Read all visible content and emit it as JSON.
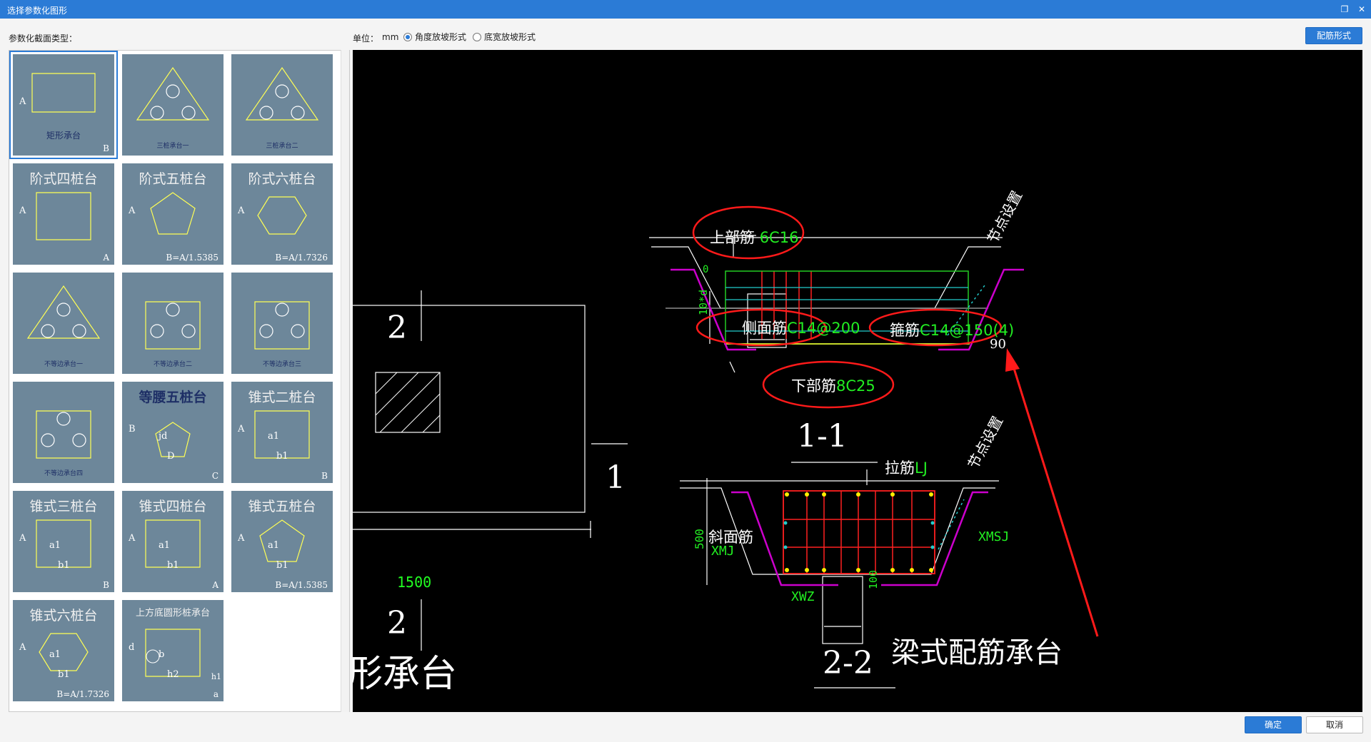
{
  "window": {
    "title": "选择参数化图形",
    "restore_icon": "restore-icon",
    "close_icon": "close-icon"
  },
  "toolbar": {
    "type_label": "参数化截面类型：",
    "unit_label": "单位：",
    "unit_value": "mm",
    "radio_angle": "角度放坡形式",
    "radio_width": "底宽放坡形式",
    "rebar_button": "配筋形式"
  },
  "tiles": [
    {
      "title": "矩形承台",
      "t1": "A",
      "t2": "B"
    },
    {
      "title": "三桩承台一",
      "t1": "",
      "t2": ""
    },
    {
      "title": "三桩承台二",
      "t1": "",
      "t2": ""
    },
    {
      "title": "阶式四桩台",
      "t1": "A",
      "t2": "A"
    },
    {
      "title": "阶式五桩台",
      "t1": "A",
      "t2": "B=A/1.5385"
    },
    {
      "title": "阶式六桩台",
      "t1": "A",
      "t2": "B=A/1.7326"
    },
    {
      "title": "不等边承台一",
      "t1": "",
      "t2": ""
    },
    {
      "title": "不等边承台二",
      "t1": "",
      "t2": ""
    },
    {
      "title": "不等边承台三",
      "t1": "",
      "t2": ""
    },
    {
      "title": "不等边承台四",
      "t1": "",
      "t2": ""
    },
    {
      "title": "等腰五桩台",
      "t1": "B",
      "t2": "C",
      "t3": "jd",
      "t4": "D"
    },
    {
      "title": "锥式二桩台",
      "t1": "A",
      "t2": "B",
      "t3": "a1",
      "t4": "b1"
    },
    {
      "title": "锥式三桩台",
      "t1": "A",
      "t2": "B",
      "t3": "a1",
      "t4": "b1"
    },
    {
      "title": "锥式四桩台",
      "t1": "A",
      "t2": "A",
      "t3": "a1",
      "t4": "b1"
    },
    {
      "title": "锥式五桩台",
      "t1": "A",
      "t2": "B=A/1.5385",
      "t3": "a1",
      "t4": "b1"
    },
    {
      "title": "锥式六桩台",
      "t1": "A",
      "t2": "B=A/1.7326",
      "t3": "a1",
      "t4": "b1"
    },
    {
      "title": "上方底圆形桩承台",
      "t1": "d",
      "t2": "a",
      "t3": "b",
      "t4": "h2",
      "t5": "h1"
    }
  ],
  "drawing": {
    "sec2_top": "2",
    "sec2_bottom": "2",
    "sec1_side": "1",
    "dim_1500": "1500",
    "partial_title": "形承台",
    "top_bar_label": "上部筋",
    "top_bar_value": "6C16",
    "side_bar_label": "侧面筋",
    "side_bar_value": "C14@200",
    "stirrup_label": "箍筋",
    "stirrup_value": "C14@150(4)",
    "bottom_bar_label": "下部筋",
    "bottom_bar_value": "8C25",
    "node_setting_1": "节点设置",
    "node_setting_2": "节点设置",
    "angle_90": "90",
    "dim_10d": "10*d",
    "dim_0": "0",
    "section_1_1": "1-1",
    "tie_label": "拉筋",
    "tie_value": "LJ",
    "slope_label": "斜面筋",
    "xmj": "XMJ",
    "xmsj": "XMSJ",
    "xwz": "XWZ",
    "dim_500": "500",
    "dim_100": "100",
    "section_2_2": "2-2",
    "main_title": "梁式配筋承台"
  },
  "footer": {
    "ok": "确定",
    "cancel": "取消"
  }
}
